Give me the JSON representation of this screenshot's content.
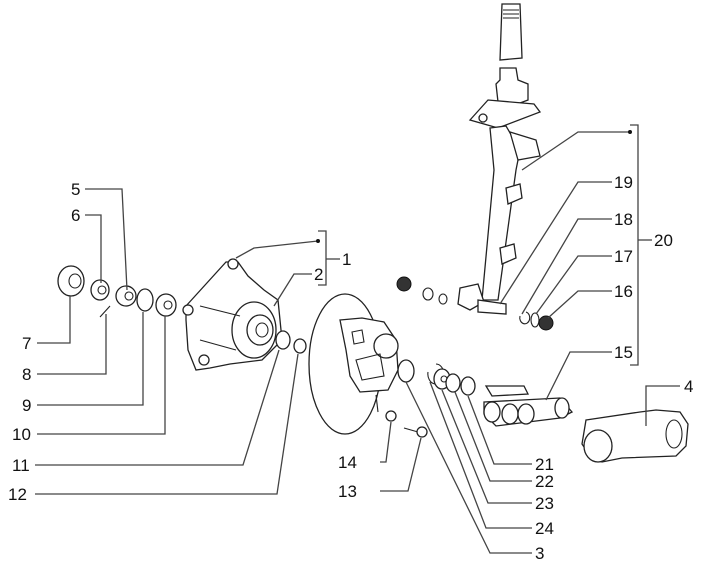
{
  "diagram": {
    "title": "Front suspension / hub exploded parts view",
    "labels": {
      "p1": "1",
      "p2": "2",
      "p3": "3",
      "p4": "4",
      "p5": "5",
      "p6": "6",
      "p7": "7",
      "p8": "8",
      "p9": "9",
      "p10": "10",
      "p11": "11",
      "p12": "12",
      "p13": "13",
      "p14": "14",
      "p15": "15",
      "p16": "16",
      "p17": "17",
      "p18": "18",
      "p19": "19",
      "p20": "20",
      "p21": "21",
      "p22": "22",
      "p23": "23",
      "p24": "24"
    },
    "groups": [
      {
        "label": "1",
        "includes": [
          "2"
        ]
      },
      {
        "label": "20",
        "includes": [
          "15",
          "16",
          "17",
          "18",
          "19"
        ]
      }
    ]
  }
}
